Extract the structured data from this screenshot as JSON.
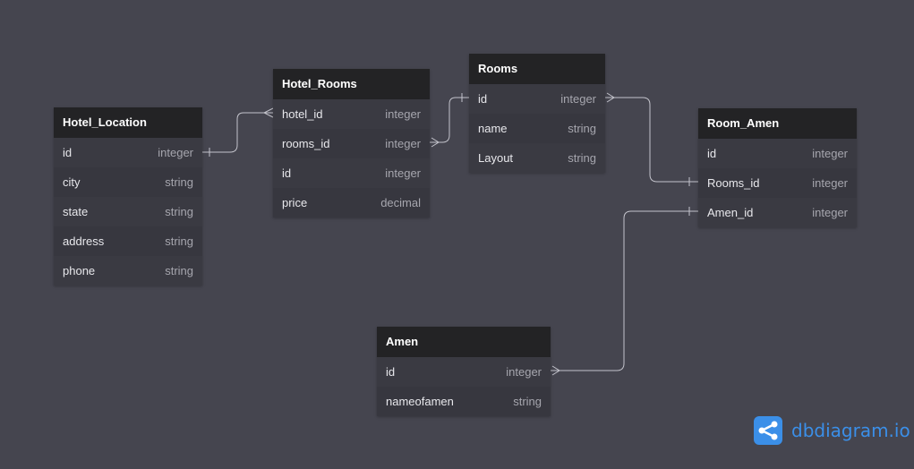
{
  "tables": [
    {
      "id": "hotel_location",
      "name": "Hotel_Location",
      "fields": [
        {
          "name": "id",
          "type": "integer"
        },
        {
          "name": "city",
          "type": "string"
        },
        {
          "name": "state",
          "type": "string"
        },
        {
          "name": "address",
          "type": "string"
        },
        {
          "name": "phone",
          "type": "string"
        }
      ]
    },
    {
      "id": "hotel_rooms",
      "name": "Hotel_Rooms",
      "fields": [
        {
          "name": "hotel_id",
          "type": "integer"
        },
        {
          "name": "rooms_id",
          "type": "integer"
        },
        {
          "name": "id",
          "type": "integer"
        },
        {
          "name": "price",
          "type": "decimal"
        }
      ]
    },
    {
      "id": "rooms",
      "name": "Rooms",
      "fields": [
        {
          "name": "id",
          "type": "integer"
        },
        {
          "name": "name",
          "type": "string"
        },
        {
          "name": "Layout",
          "type": "string"
        }
      ]
    },
    {
      "id": "room_amen",
      "name": "Room_Amen",
      "fields": [
        {
          "name": "id",
          "type": "integer"
        },
        {
          "name": "Rooms_id",
          "type": "integer"
        },
        {
          "name": "Amen_id",
          "type": "integer"
        }
      ]
    },
    {
      "id": "amen",
      "name": "Amen",
      "fields": [
        {
          "name": "id",
          "type": "integer"
        },
        {
          "name": "nameofamen",
          "type": "string"
        }
      ]
    }
  ],
  "relationships": [
    {
      "from": "Hotel_Location.id",
      "to": "Hotel_Rooms.hotel_id",
      "from_card": "one",
      "to_card": "many"
    },
    {
      "from": "Hotel_Rooms.rooms_id",
      "to": "Rooms.id",
      "from_card": "many",
      "to_card": "one"
    },
    {
      "from": "Rooms.id",
      "to": "Room_Amen.Rooms_id",
      "from_card": "many",
      "to_card": "one"
    },
    {
      "from": "Amen.id",
      "to": "Room_Amen.Amen_id",
      "from_card": "many",
      "to_card": "one"
    }
  ],
  "brand": {
    "text": "dbdiagram.io",
    "icon": "dbdiagram-logo-icon",
    "color": "#3b8fe8"
  }
}
